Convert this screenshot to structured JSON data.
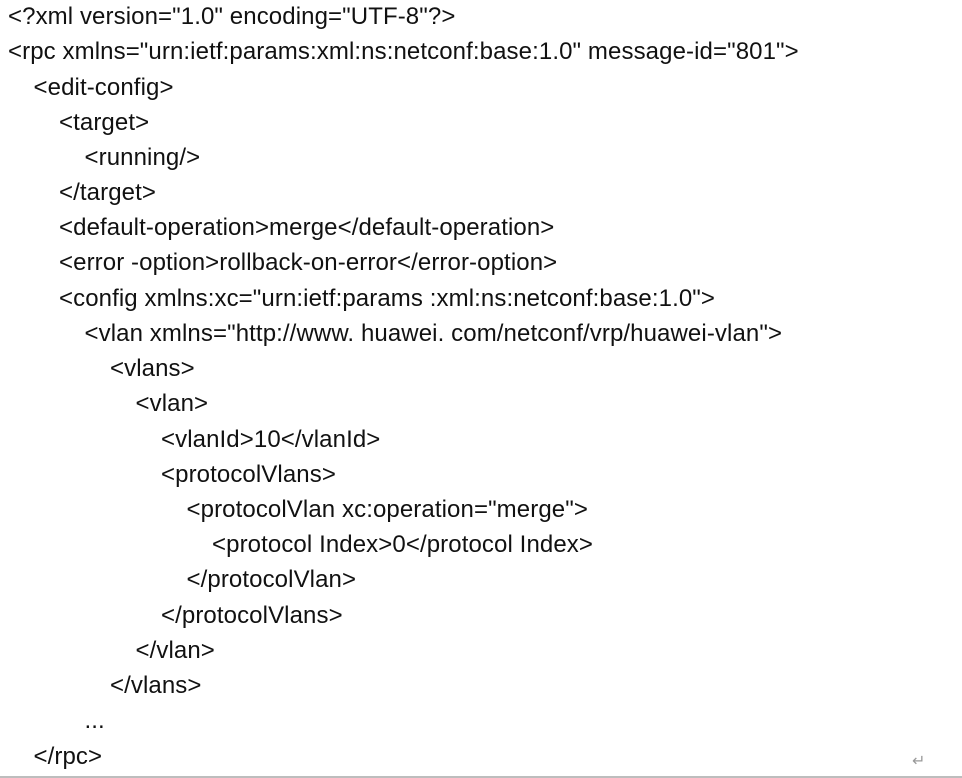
{
  "document": {
    "lines": [
      "<?xml version=\"1.0\" encoding=\"UTF-8\"?>",
      "<rpc xmlns=\"urn:ietf:params:xml:ns:netconf:base:1.0\" message-id=\"801\">",
      "<edit-config>",
      "<target>",
      "<running/>",
      "</target>",
      "<default-operation>merge</default-operation>",
      "<error -option>rollback-on-error</error-option>",
      "<config xmlns:xc=\"urn:ietf:params :xml:ns:netconf:base:1.0\">",
      "<vlan xmlns=\"http://www. huawei. com/netconf/vrp/huawei-vlan\">",
      "<vlans>",
      "<vlan>",
      "<vlanId>10</vlanId>",
      "<protocolVlans>",
      "<protocolVlan xc:operation=\"merge\">",
      "<protocol Index>0</protocol Index>",
      "</protocolVlan>",
      "</protocolVlans>",
      "</vlan>",
      "</vlans>",
      "...",
      "</rpc>"
    ],
    "return_mark": "↵"
  }
}
